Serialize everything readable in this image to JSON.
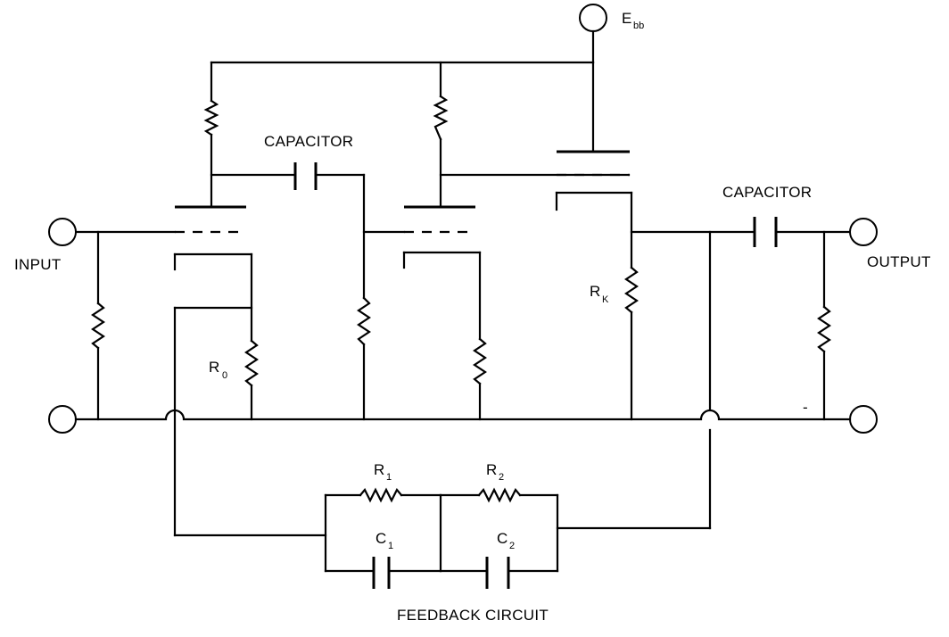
{
  "labels": {
    "supply": "E",
    "supply_sub": "bb",
    "capacitor_top": "CAPACITOR",
    "capacitor_right": "CAPACITOR",
    "input": "INPUT",
    "output": "OUTPUT",
    "r0": "R",
    "r0_sub": "0",
    "rk": "R",
    "rk_sub": "K",
    "r1": "R",
    "r1_sub": "1",
    "r2": "R",
    "r2_sub": "2",
    "c1": "C",
    "c1_sub": "1",
    "c2": "C",
    "c2_sub": "2",
    "feedback": "FEEDBACK CIRCUIT"
  }
}
